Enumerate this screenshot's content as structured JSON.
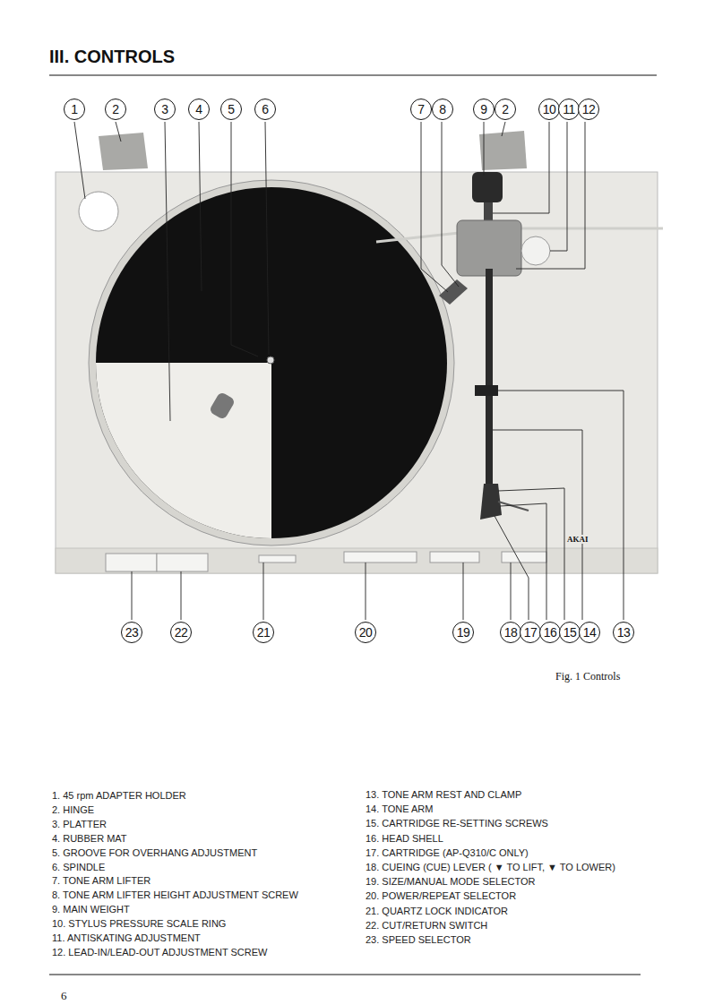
{
  "diagram": {
    "title": "III. CONTROLS",
    "caption": "Fig. 1 Controls",
    "nodes": [
      {
        "text": [
          "1"
        ]
      },
      {
        "text": [
          "2"
        ]
      },
      {
        "text": [
          "3"
        ]
      },
      {
        "text": [
          "4"
        ]
      },
      {
        "text": [
          "5"
        ]
      },
      {
        "text": [
          "6"
        ]
      },
      {
        "text": [
          "7"
        ]
      },
      {
        "text": [
          "8"
        ]
      },
      {
        "text": [
          "9"
        ]
      },
      {
        "text": [
          "2"
        ]
      },
      {
        "text": [
          "10"
        ]
      },
      {
        "text": [
          "11"
        ]
      },
      {
        "text": [
          "12"
        ]
      },
      {
        "text": [
          "23"
        ]
      },
      {
        "text": [
          "22"
        ]
      },
      {
        "text": [
          "21"
        ]
      },
      {
        "text": [
          "20"
        ]
      },
      {
        "text": [
          "19"
        ]
      },
      {
        "text": [
          "18"
        ]
      },
      {
        "text": [
          "17"
        ]
      },
      {
        "text": [
          "16"
        ]
      },
      {
        "text": [
          "15"
        ]
      },
      {
        "text": [
          "14"
        ]
      },
      {
        "text": [
          "13"
        ]
      }
    ],
    "labels": [
      "1. 45 rpm ADAPTER HOLDER",
      "2. HINGE",
      "3. PLATTER",
      "4. RUBBER MAT",
      "5. GROOVE FOR OVERHANG ADJUSTMENT",
      "6. SPINDLE",
      "7. TONE ARM LIFTER",
      "8. TONE ARM LIFTER HEIGHT ADJUSTMENT SCREW",
      "9. MAIN WEIGHT",
      "10. STYLUS PRESSURE SCALE RING",
      "11. ANTISKATING ADJUSTMENT",
      "12. LEAD-IN/LEAD-OUT ADJUSTMENT SCREW",
      "13. TONE ARM REST AND CLAMP",
      "14. TONE ARM",
      "15. CARTRIDGE RE-SETTING SCREWS",
      "16. HEAD SHELL",
      "17. CARTRIDGE (AP-Q310/C ONLY)",
      "18. CUEING (CUE) LEVER ( ▼ TO LIFT, ▼ TO LOWER)",
      "19. SIZE/MANUAL MODE SELECTOR",
      "20. POWER/REPEAT SELECTOR",
      "21. QUARTZ LOCK INDICATOR",
      "22. CUT/RETURN SWITCH",
      "23. SPEED SELECTOR",
      "AKAI",
      "6"
    ]
  }
}
